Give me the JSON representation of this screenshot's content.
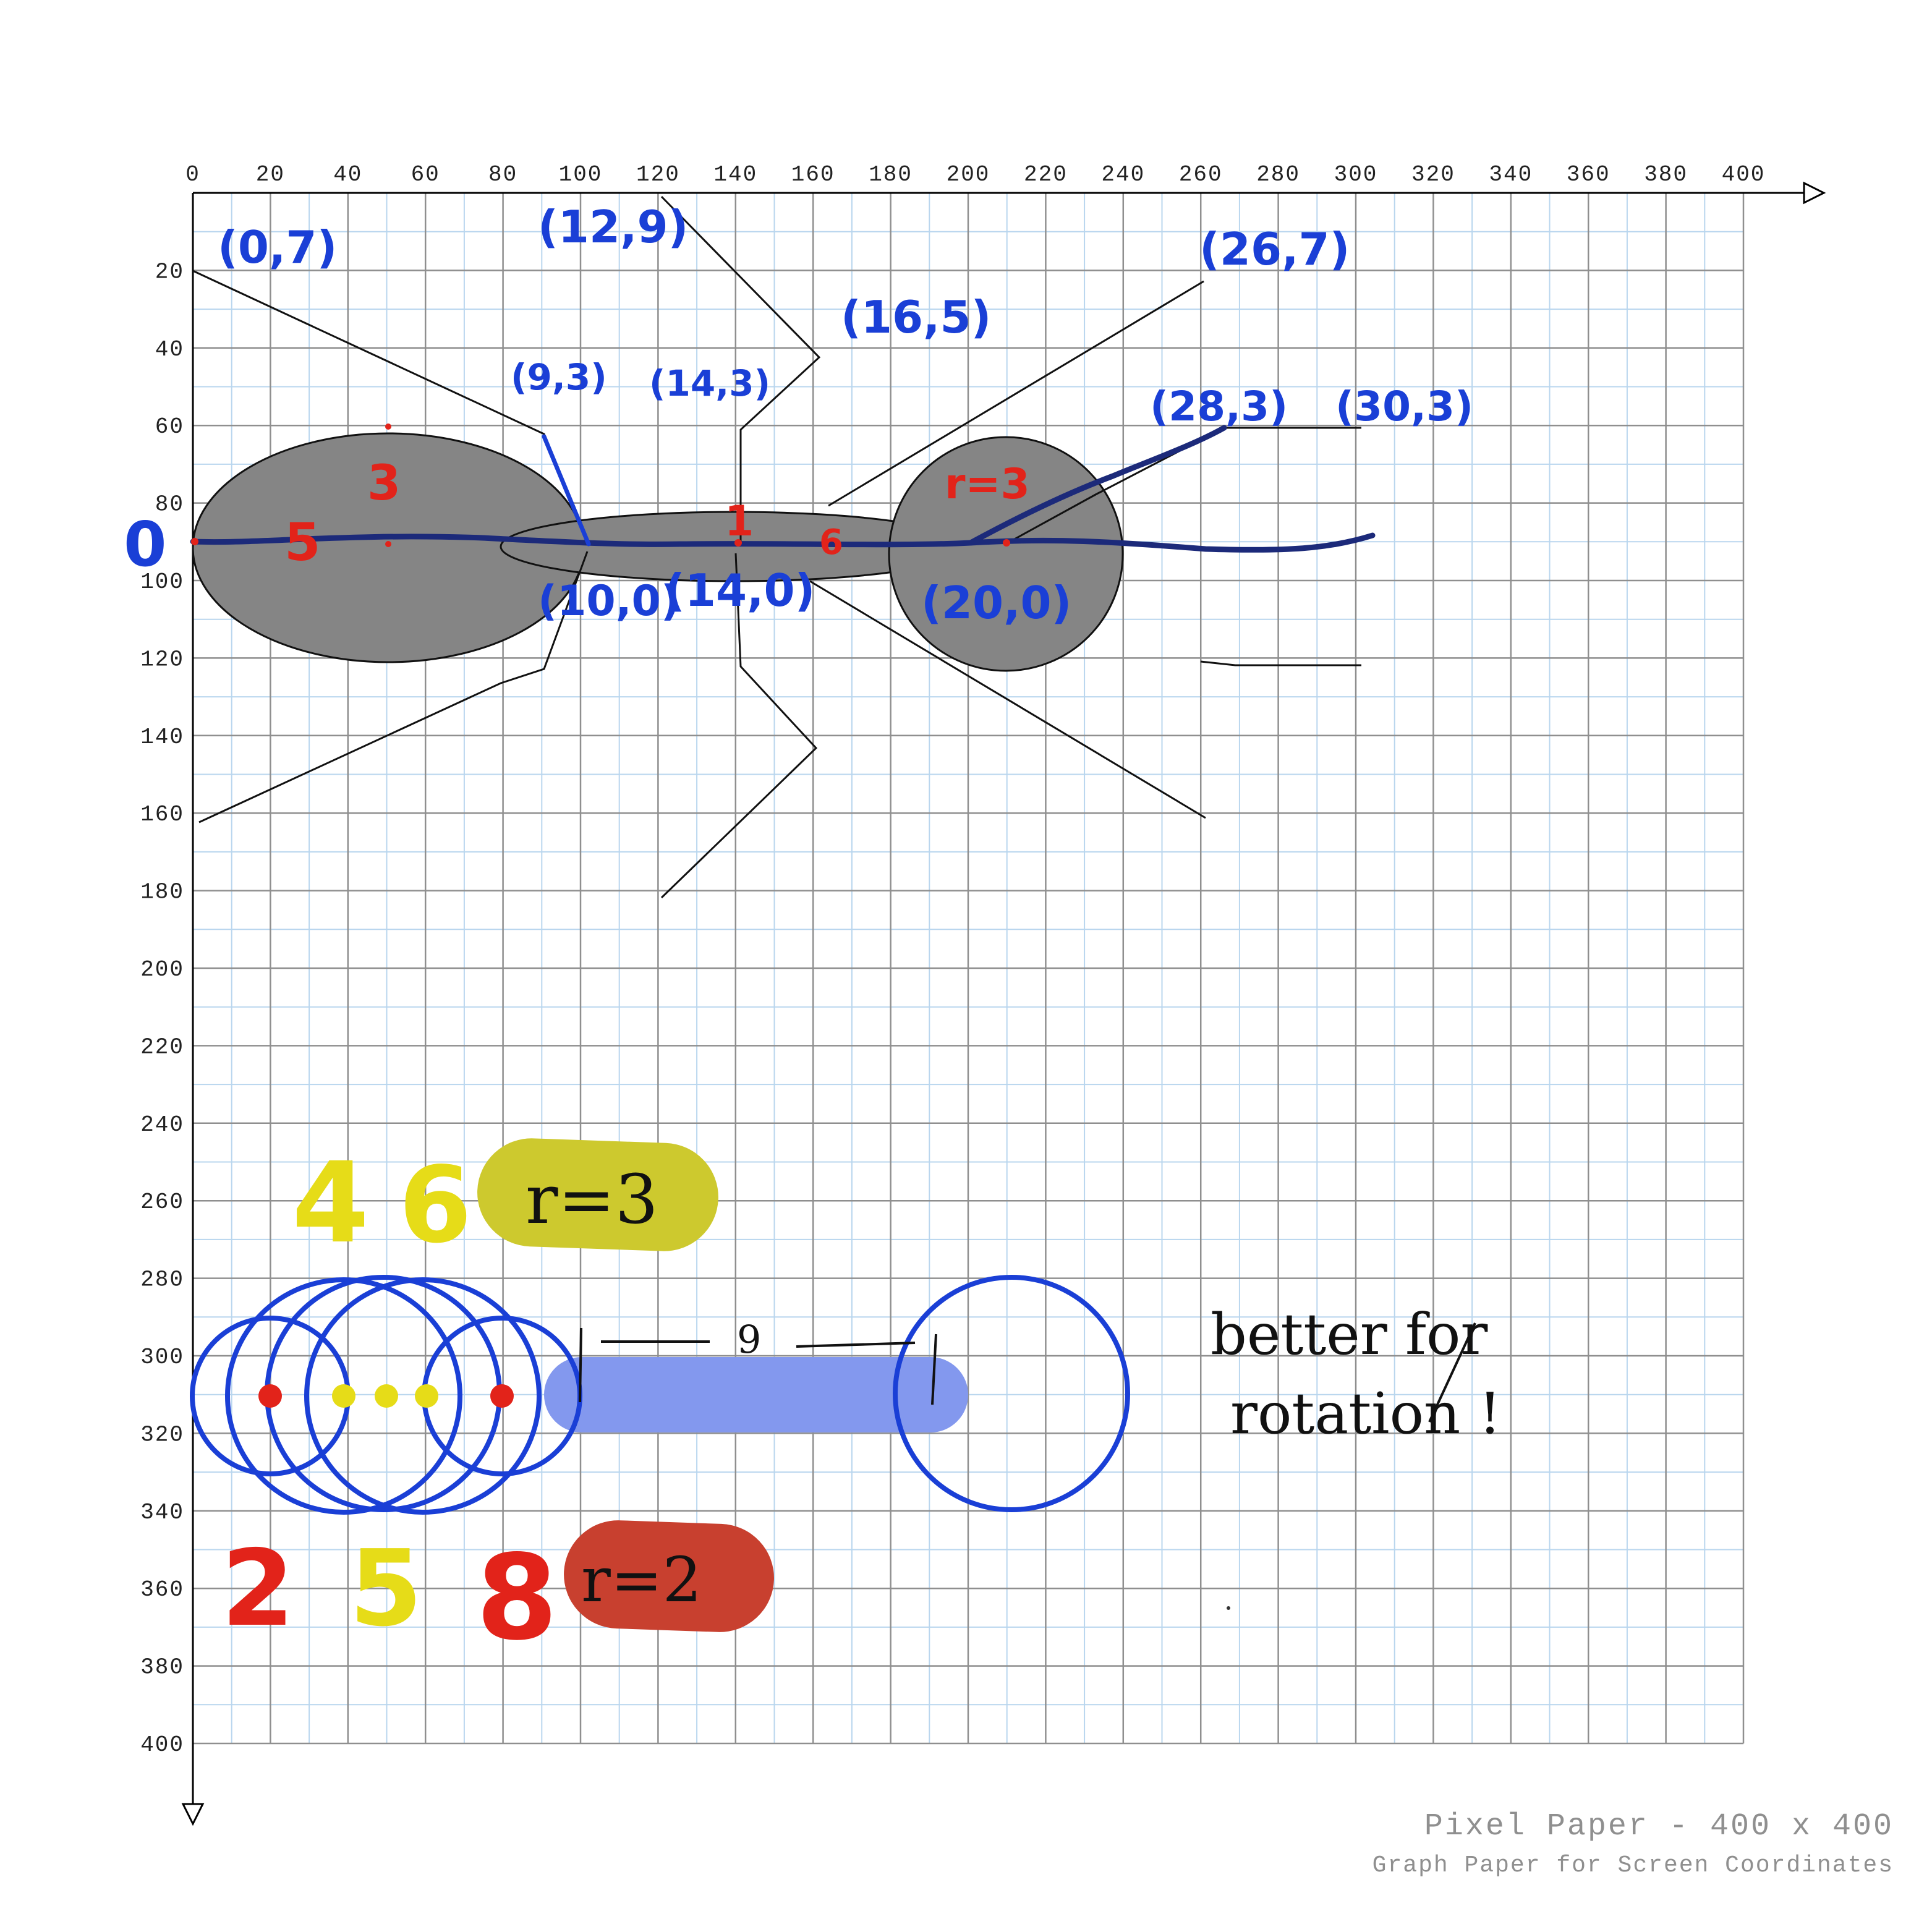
{
  "paper": {
    "title": "Pixel Paper - 400 x 400",
    "subtitle": "Graph Paper for Screen Coordinates",
    "axis_range": [
      0,
      400
    ],
    "major_step": 20,
    "minor_step": 10,
    "x_ticks": [
      "0",
      "20",
      "40",
      "60",
      "80",
      "100",
      "120",
      "140",
      "160",
      "180",
      "200",
      "220",
      "240",
      "260",
      "280",
      "300",
      "320",
      "340",
      "360",
      "380",
      "400"
    ],
    "y_ticks": [
      "20",
      "40",
      "60",
      "80",
      "100",
      "120",
      "140",
      "160",
      "180",
      "200",
      "220",
      "240",
      "260",
      "280",
      "300",
      "320",
      "340",
      "360",
      "380",
      "400"
    ]
  },
  "colors": {
    "minor_grid": "#b9d6ee",
    "major_grid": "#8f8f8f",
    "blue_ink": "#1a3fd6",
    "navy_ink": "#1c2a7a",
    "red_ink": "#e2231a",
    "yellow_ink": "#e6dc18",
    "gray_fill": "#858585",
    "olive_pill": "#cdc92e",
    "brick_pill": "#c8402f",
    "periwinkle_pill": "#8398ee"
  },
  "labels": {
    "c_0_7": "(0,7)",
    "c_12_9": "(12,9)",
    "c_16_5": "(16,5)",
    "c_26_7": "(26,7)",
    "c_9_3": "(9,3)",
    "c_14_3": "(14,3)",
    "c_28_3": "(28,3)",
    "c_30_3": "(30,3)",
    "c_10_0": "(10,0)",
    "c_14_0": "(14,0)",
    "c_20_0": "(20,0)",
    "origin": "0",
    "red_3": "3",
    "red_5": "5",
    "red_1": "1",
    "red_6": "6",
    "red_r3": "r=3",
    "yellow_4": "4",
    "yellow_6": "6",
    "pill_r3": "r=3",
    "red_2": "2",
    "yellow_5": "5",
    "red_8": "8",
    "pill_r2": "r=2",
    "dim_9": "9",
    "note_line1": "better for",
    "note_line2": "rotation !"
  }
}
